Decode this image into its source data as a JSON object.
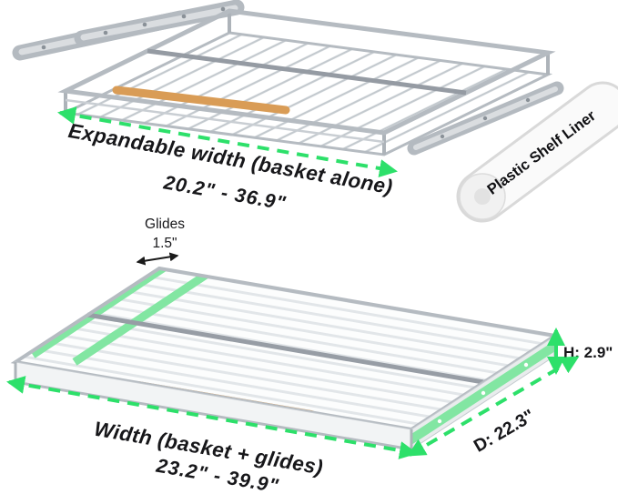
{
  "colors": {
    "arrow_green": "#2de06a",
    "glide_green": "#82e6a2",
    "wood": "#d99c56",
    "chrome": "#b5bbc1",
    "text_dark": "#17171a"
  },
  "top": {
    "liner_label": "Plastic Shelf Liner",
    "width_label": "Expandable width (basket alone)",
    "width_value": "20.2\" - 36.9\""
  },
  "bottom": {
    "glides_label": "Glides",
    "glides_value": "1.5\"",
    "height_label": "H: 2.9\"",
    "depth_label": "D: 22.3\"",
    "width_label": "Width (basket + glides)",
    "width_value": "23.2\" - 39.9\""
  }
}
